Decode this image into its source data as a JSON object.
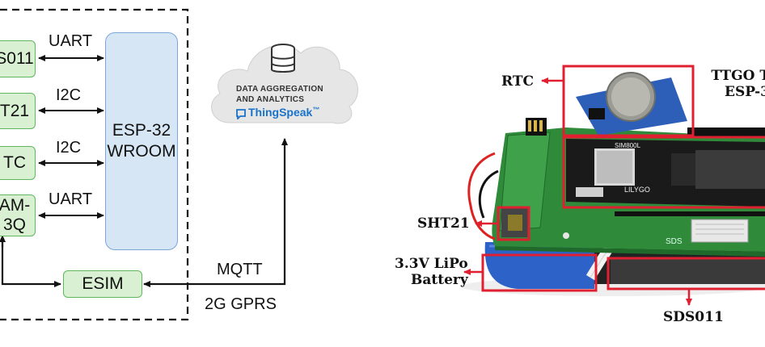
{
  "diagram": {
    "sensors": [
      {
        "label": "S011"
      },
      {
        "label": "T21"
      },
      {
        "label": "TC"
      },
      {
        "label": "AM-\n3Q"
      }
    ],
    "links": [
      {
        "label": "UART"
      },
      {
        "label": "I2C"
      },
      {
        "label": "I2C"
      },
      {
        "label": "UART"
      }
    ],
    "mcu": {
      "line1": "ESP-32",
      "line2": "WROOM"
    },
    "esim": "ESIM",
    "protocol": "MQTT",
    "network": "2G GPRS",
    "cloud": {
      "line1": "DATA AGGREGATION",
      "line2": "AND ANALYTICS",
      "brand": "ThingSpeak",
      "brand_mark": "™"
    }
  },
  "photo": {
    "labels": {
      "rtc": "RTC",
      "ttgo_line1": "TTGO T",
      "ttgo_line2": "ESP-3",
      "sht21": "SHT21",
      "battery_line1": "3.3V LiPo",
      "battery_line2": "Battery",
      "sds011": "SDS011"
    },
    "board_text": {
      "sim": "SIM800L",
      "lilygo": "LILYGO",
      "sds": "SDS"
    }
  },
  "colors": {
    "highlight": "#e02030",
    "sensor_fill": "#d9f0d3",
    "mcu_fill": "#d7e6f5",
    "pcb_green": "#2f8a3a",
    "battery_blue": "#2d62c8"
  }
}
